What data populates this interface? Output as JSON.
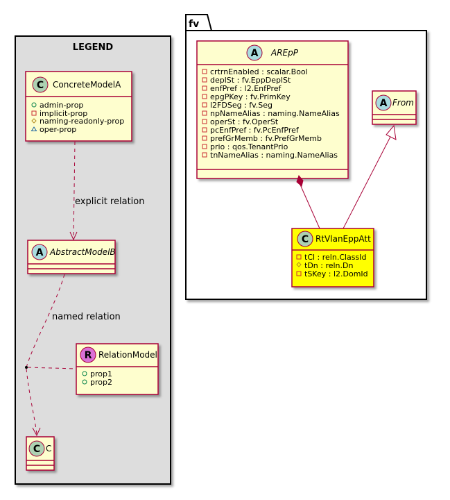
{
  "legend": {
    "title": "LEGEND",
    "concrete": {
      "name": "ConcreteModelA",
      "stereo": "C",
      "attrs": [
        {
          "vis": "public",
          "text": "admin-prop"
        },
        {
          "vis": "private",
          "text": "implicit-prop"
        },
        {
          "vis": "protected",
          "text": "naming-readonly-prop"
        },
        {
          "vis": "package",
          "text": "oper-prop"
        }
      ]
    },
    "abstract": {
      "name": "AbstractModelB",
      "stereo": "A"
    },
    "relation_model": {
      "name": "RelationModel",
      "stereo": "R",
      "attrs": [
        {
          "vis": "public",
          "text": "prop1"
        },
        {
          "vis": "public",
          "text": "prop2"
        }
      ]
    },
    "c": {
      "name": "C",
      "stereo": "C"
    },
    "explicit_label": "explicit relation",
    "named_label": "named relation"
  },
  "package": {
    "name": "fv",
    "arepp": {
      "name": "AREpP",
      "stereo": "A",
      "attrs": [
        {
          "vis": "private",
          "text": "crtrnEnabled : scalar.Bool"
        },
        {
          "vis": "private",
          "text": "deplSt : fv.EppDeplSt"
        },
        {
          "vis": "private",
          "text": "enfPref : l2.EnfPref"
        },
        {
          "vis": "private",
          "text": "epgPKey : fv.PrimKey"
        },
        {
          "vis": "private",
          "text": "l2FDSeg : fv.Seg"
        },
        {
          "vis": "private",
          "text": "npNameAlias : naming.NameAlias"
        },
        {
          "vis": "private",
          "text": "operSt : fv.OperSt"
        },
        {
          "vis": "private",
          "text": "pcEnfPref : fv.PcEnfPref"
        },
        {
          "vis": "private",
          "text": "prefGrMemb : fv.PrefGrMemb"
        },
        {
          "vis": "private",
          "text": "prio : qos.TenantPrio"
        },
        {
          "vis": "private",
          "text": "tnNameAlias : naming.NameAlias"
        }
      ]
    },
    "from": {
      "name": "From",
      "stereo": "A"
    },
    "rtvlan": {
      "name": "RtVlanEppAtt",
      "stereo": "C",
      "attrs": [
        {
          "vis": "private",
          "text": "tCl : reln.ClassId"
        },
        {
          "vis": "protected",
          "text": "tDn : reln.Dn"
        },
        {
          "vis": "private",
          "text": "tSKey : l2.DomId"
        }
      ]
    }
  },
  "colors": {
    "class_fill": "#FEFECE",
    "class_border": "#A80036",
    "highlight_fill": "#FFFF00",
    "legend_bg": "#DDDDDD",
    "edge": "#A80036",
    "badge_C": "#ADD1B2",
    "badge_A": "#A9DCDF",
    "badge_R": "#DA70D6",
    "vis_public": "#038048",
    "vis_private": "#C82930",
    "vis_protected": "#B38D22",
    "vis_package": "#1963A0"
  }
}
